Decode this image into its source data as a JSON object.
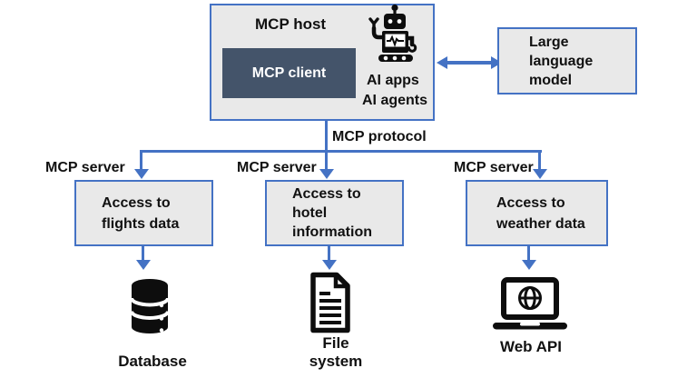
{
  "colors": {
    "accent_blue": "#4472C4",
    "panel_fill": "#E9E9E9",
    "client_fill": "#44546A",
    "icon_black": "#0D0D0D",
    "text": "#111111"
  },
  "host": {
    "title": "MCP host",
    "client_label": "MCP client",
    "ai_labels": [
      "AI apps",
      "AI agents"
    ],
    "robot_icon": "robot-icon"
  },
  "llm_box": {
    "lines": [
      "Large",
      "language",
      "model"
    ]
  },
  "protocol": {
    "label": "MCP protocol"
  },
  "servers": [
    {
      "label": "MCP server",
      "access_lines": [
        "Access to",
        "flights data"
      ],
      "resource": "Database",
      "icon": "database-icon"
    },
    {
      "label": "MCP server",
      "access_lines": [
        "Access to",
        "hotel",
        "information"
      ],
      "resource": "File system",
      "icon": "document-icon"
    },
    {
      "label": "MCP server",
      "access_lines": [
        "Access to",
        "weather data"
      ],
      "resource": "Web API",
      "icon": "laptop-globe-icon"
    }
  ]
}
